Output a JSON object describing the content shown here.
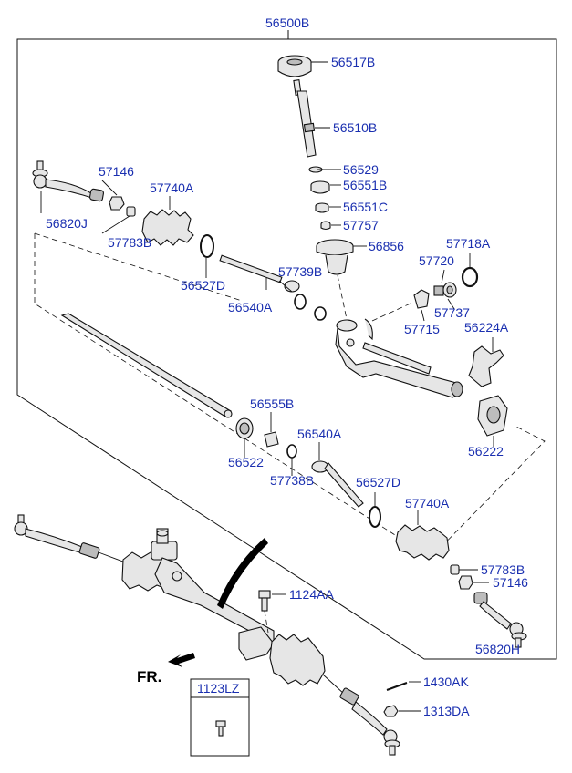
{
  "labels": {
    "assembly": "56500B",
    "p56517B": "56517B",
    "p56510B": "56510B",
    "p56529": "56529",
    "p56551B": "56551B",
    "p56551C": "56551C",
    "p57757": "57757",
    "p56856": "56856",
    "p57146_l": "57146",
    "p57740A_l": "57740A",
    "p56820J": "56820J",
    "p57783B_l": "57783B",
    "p56527D_l": "56527D",
    "p57739B": "57739B",
    "p56540A_l": "56540A",
    "p57718A": "57718A",
    "p57720": "57720",
    "p57737": "57737",
    "p57715": "57715",
    "p56224A": "56224A",
    "p56222": "56222",
    "p56555B": "56555B",
    "p56522": "56522",
    "p56540A_r": "56540A",
    "p57738B": "57738B",
    "p56527D_r": "56527D",
    "p57740A_r": "57740A",
    "p57783B_r": "57783B",
    "p57146_r": "57146",
    "p56820H": "56820H",
    "p1124AA": "1124AA",
    "p1430AK": "1430AK",
    "p1313DA": "1313DA",
    "p1123LZ": "1123LZ",
    "fr": "FR."
  }
}
